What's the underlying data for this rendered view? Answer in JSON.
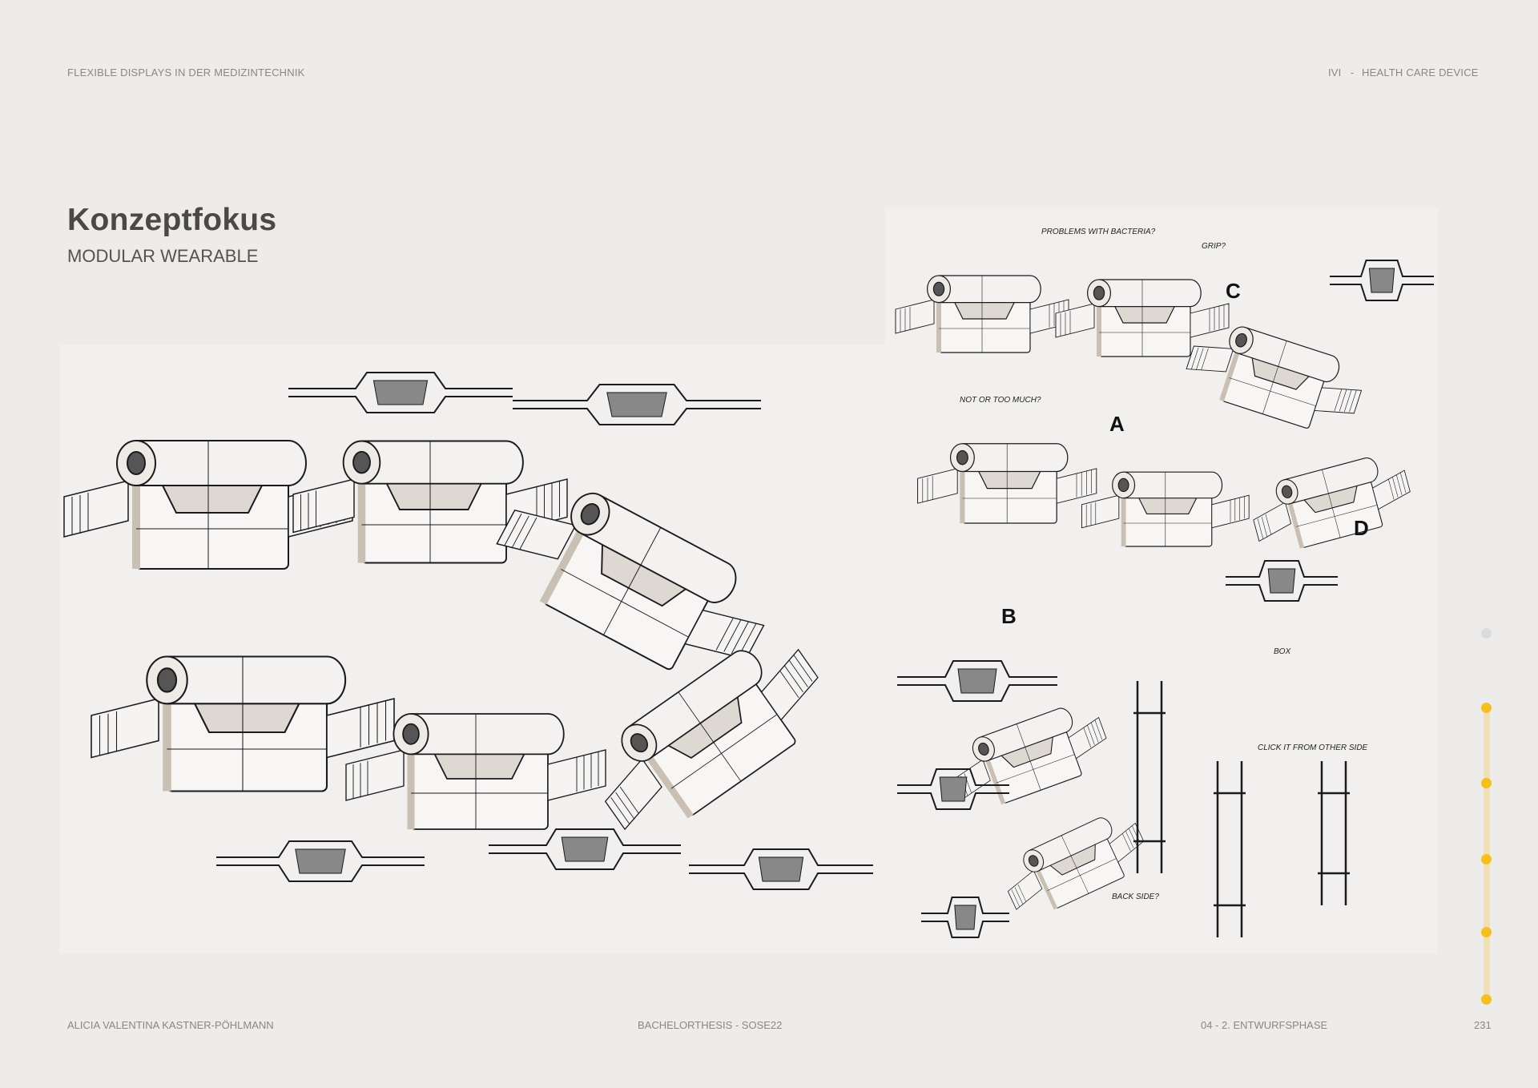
{
  "header": {
    "left": "FLEXIBLE DISPLAYS IN DER MEDIZINTECHNIK",
    "right_code": "IVI",
    "right_sep": "-",
    "right_label": "HEALTH CARE DEVICE"
  },
  "title": "Konzeptfokus",
  "subtitle": "MODULAR WEARABLE",
  "sketch": {
    "letters": [
      "A",
      "B",
      "C",
      "D"
    ],
    "notes": [
      "PROBLEMS WITH BACTERIA?",
      "GRIP?",
      "NOT OR TOO MUCH?",
      "CLICK IT FROM OTHER SIDE",
      "BACK SIDE?",
      "BOX"
    ]
  },
  "footer": {
    "author": "ALICIA VALENTINA KASTNER-PÖHLMANN",
    "thesis": "BACHELORTHESIS - SOSE22",
    "chapter": "04 - 2. ENTWURFSPHASE",
    "page": "231"
  },
  "nav": {
    "accent": "#f5c01d",
    "track": "#f1dfb6",
    "inactive": "#d9dbde",
    "dots": 6,
    "active_from": 2
  }
}
